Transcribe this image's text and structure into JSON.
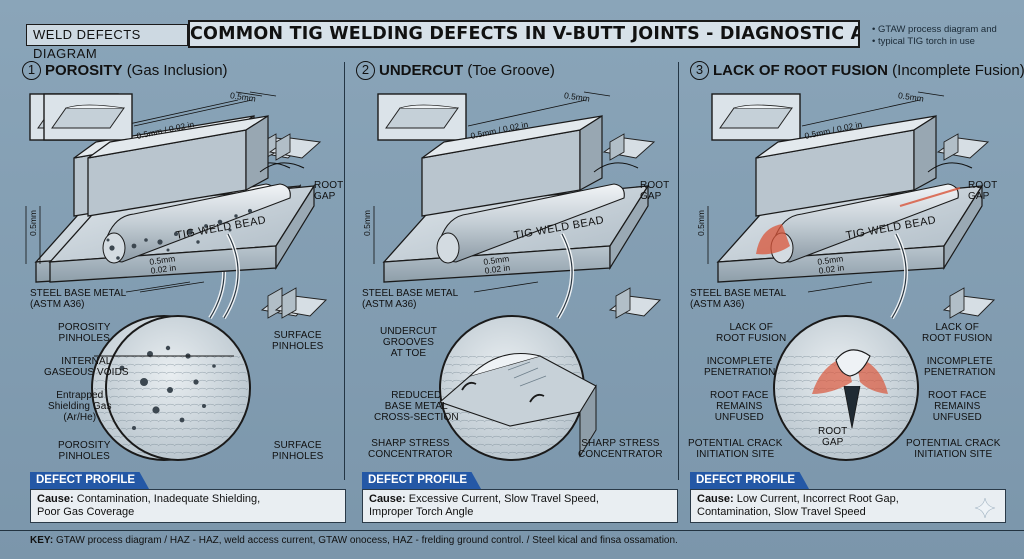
{
  "header": {
    "tag": "WELD DEFECTS DIAGRAM",
    "title": "COMMON TIG WELDING DEFECTS IN V-BUTT JOINTS - DIAGNOSTIC ANALYSIS",
    "notes": [
      "• GTAW process diagram and",
      "• typical TIG torch in use"
    ]
  },
  "shared": {
    "bead_label": "TIG WELD BEAD",
    "root_gap": [
      "ROOT",
      "GAP"
    ],
    "base_metal": [
      "STEEL BASE METAL",
      "(ASTM A36)"
    ],
    "dim_top": "0.5mm / 0.02 in",
    "dim_small": "0.5mm",
    "dim_side": "0.5mm",
    "dim_bottom": [
      "0.5mm",
      "0.02 in"
    ],
    "profile_heading": "DEFECT PROFILE",
    "cause_label": "Cause:"
  },
  "panels": [
    {
      "number": "1",
      "name": "POROSITY",
      "subtitle": "(Gas Inclusion)",
      "callouts_left": [
        [
          "POROSITY",
          "PINHOLES"
        ],
        [
          "INTERNAL",
          "GASEOUS VOIDS"
        ],
        [
          "Entrapped",
          "Shielding Gas",
          "(Ar/He)"
        ],
        [
          "POROSITY",
          "PINHOLES"
        ]
      ],
      "callouts_right": [
        [
          "SURFACE",
          "PINHOLES"
        ],
        [
          "SURFACE",
          "PINHOLES"
        ]
      ],
      "cause": [
        "Contamination, Inadequate Shielding,",
        "Poor Gas Coverage"
      ]
    },
    {
      "number": "2",
      "name": "UNDERCUT",
      "subtitle": "(Toe Groove)",
      "callouts_left": [
        [
          "UNDERCUT",
          "GROOVES",
          "AT TOE"
        ],
        [
          "REDUCED",
          "BASE METAL",
          "CROSS-SECTION"
        ],
        [
          "SHARP STRESS",
          "CONCENTRATOR"
        ]
      ],
      "callouts_right": [
        [
          "SHARP STRESS",
          "CONCENTRATOR"
        ]
      ],
      "cause": [
        "Excessive Current, Slow Travel Speed,",
        "Improper Torch Angle"
      ]
    },
    {
      "number": "3",
      "name": "LACK OF ROOT FUSION",
      "subtitle": "(Incomplete Fusion)",
      "callouts_left": [
        [
          "LACK OF",
          "ROOT FUSION"
        ],
        [
          "INCOMPLETE",
          "PENETRATION"
        ],
        [
          "ROOT FACE",
          "REMAINS",
          "UNFUSED"
        ],
        [
          "POTENTIAL CRACK",
          "INITIATION SITE"
        ]
      ],
      "callouts_right": [
        [
          "LACK OF",
          "ROOT FUSION"
        ],
        [
          "INCOMPLETE",
          "PENETRATION"
        ],
        [
          "ROOT FACE",
          "REMAINS",
          "UNFUSED"
        ],
        [
          "POTENTIAL CRACK",
          "INITIATION SITE"
        ]
      ],
      "center_label": [
        "ROOT",
        "GAP"
      ],
      "cause": [
        "Low Current, Incorrect Root Gap,",
        "Contamination, Slow Travel Speed"
      ]
    }
  ],
  "key": {
    "label": "KEY:",
    "text": "GTAW process diagram / HAZ - HAZ, weld access current, GTAW onocess, HAZ - frelding ground control. / Steel kical and finsa ossamation."
  },
  "colors": {
    "background": "#8aa5b9",
    "metal": "#c9d3da",
    "profile_heading": "#2458a6",
    "fusion_defect": "#d9553a"
  }
}
